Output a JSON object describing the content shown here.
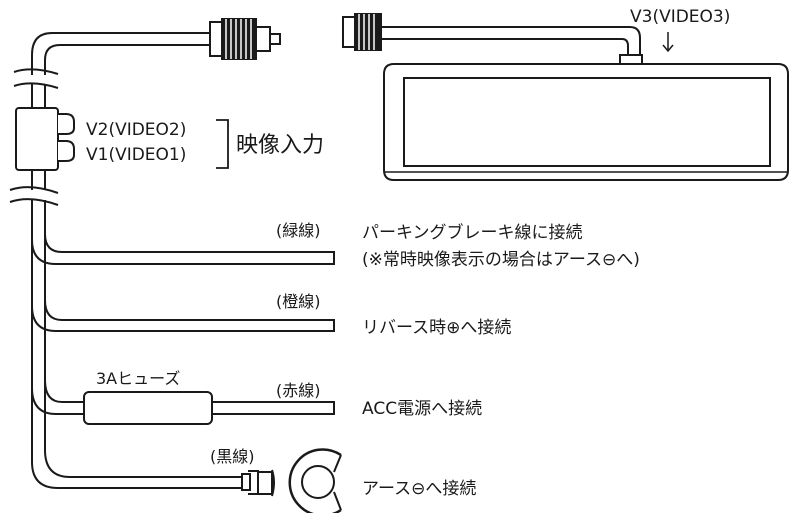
{
  "labels": {
    "v3": "V3(VIDEO3)",
    "v2": "V2(VIDEO2)",
    "v1": "V1(VIDEO1)",
    "video_input": "映像入力",
    "green_wire": "(緑線)",
    "green_desc_1": "パーキングブレーキ線に接続",
    "green_desc_2": "(※常時映像表示の場合はアース⊖へ)",
    "orange_wire": "(橙線)",
    "orange_desc": "リバース時⊕へ接続",
    "fuse": "3Aヒューズ",
    "red_wire": "(赤線)",
    "red_desc": "ACC電源へ接続",
    "black_wire": "(黒線)",
    "black_desc": "アース⊖へ接続"
  }
}
